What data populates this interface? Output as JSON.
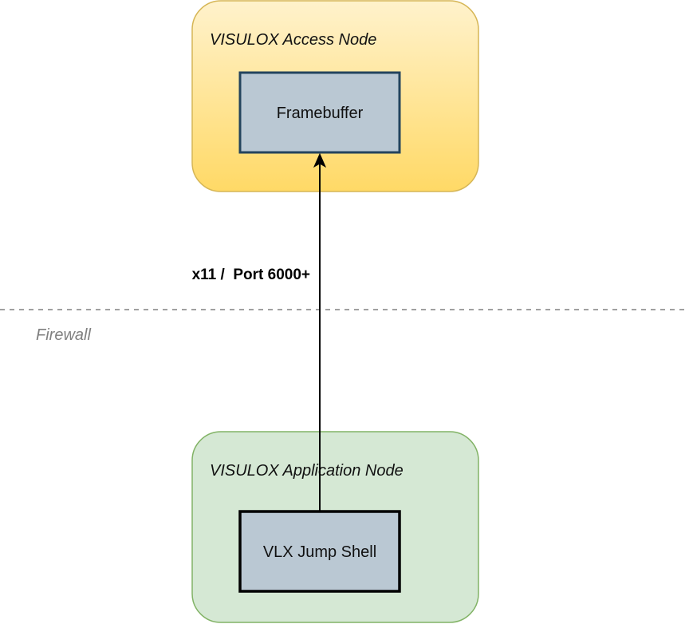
{
  "diagram": {
    "access_node": {
      "title": "VISULOX Access Node",
      "fill_top": "#fff2cc",
      "fill_bottom": "#ffd966",
      "stroke": "#d6b656",
      "component": {
        "label": "Framebuffer",
        "fill": "#bac8d3",
        "stroke": "#23445d"
      }
    },
    "application_node": {
      "title": "VISULOX Application Node",
      "fill": "#d5e8d4",
      "stroke": "#82b366",
      "component": {
        "label": "VLX Jump Shell",
        "fill": "#bac8d3",
        "stroke": "#000000"
      }
    },
    "connection": {
      "label": "x11 /  Port 6000+",
      "from": "VLX Jump Shell",
      "to": "Framebuffer",
      "color": "#000000"
    },
    "firewall": {
      "label": "Firewall",
      "line_color": "#808080"
    }
  }
}
